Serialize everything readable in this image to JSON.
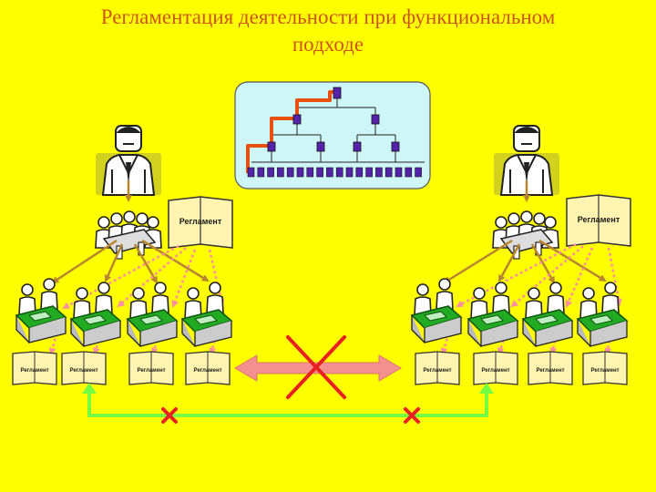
{
  "title": {
    "line1": "Регламентация деятельности при функциональном",
    "line2": "подходе"
  },
  "books": {
    "left_manager_book": "Регламент",
    "right_manager_book": "Регламент",
    "left_worker_books": [
      "Регламент",
      "Регламент",
      "Регламент",
      "Регламент"
    ],
    "right_worker_books": [
      "Регламент",
      "Регламент",
      "Регламент",
      "Регламент"
    ]
  },
  "colors": {
    "background": "#FFFF00",
    "title": "#CC5511",
    "solid_arrow": "#B8862E",
    "dotted_arrow": "#FF8FA0",
    "green_connector": "#77FF44",
    "cross": "#E82020",
    "double_arrow": "#F49090",
    "org_chart_panel": "#CFF6F7",
    "org_chart_path": "#E85010",
    "org_chart_node": "#5522AA"
  },
  "icons": [
    "director-icon",
    "manager-group-icon",
    "worker-at-desk-icon",
    "open-book-icon",
    "org-chart-icon",
    "cross-icon",
    "double-arrow-icon"
  ]
}
